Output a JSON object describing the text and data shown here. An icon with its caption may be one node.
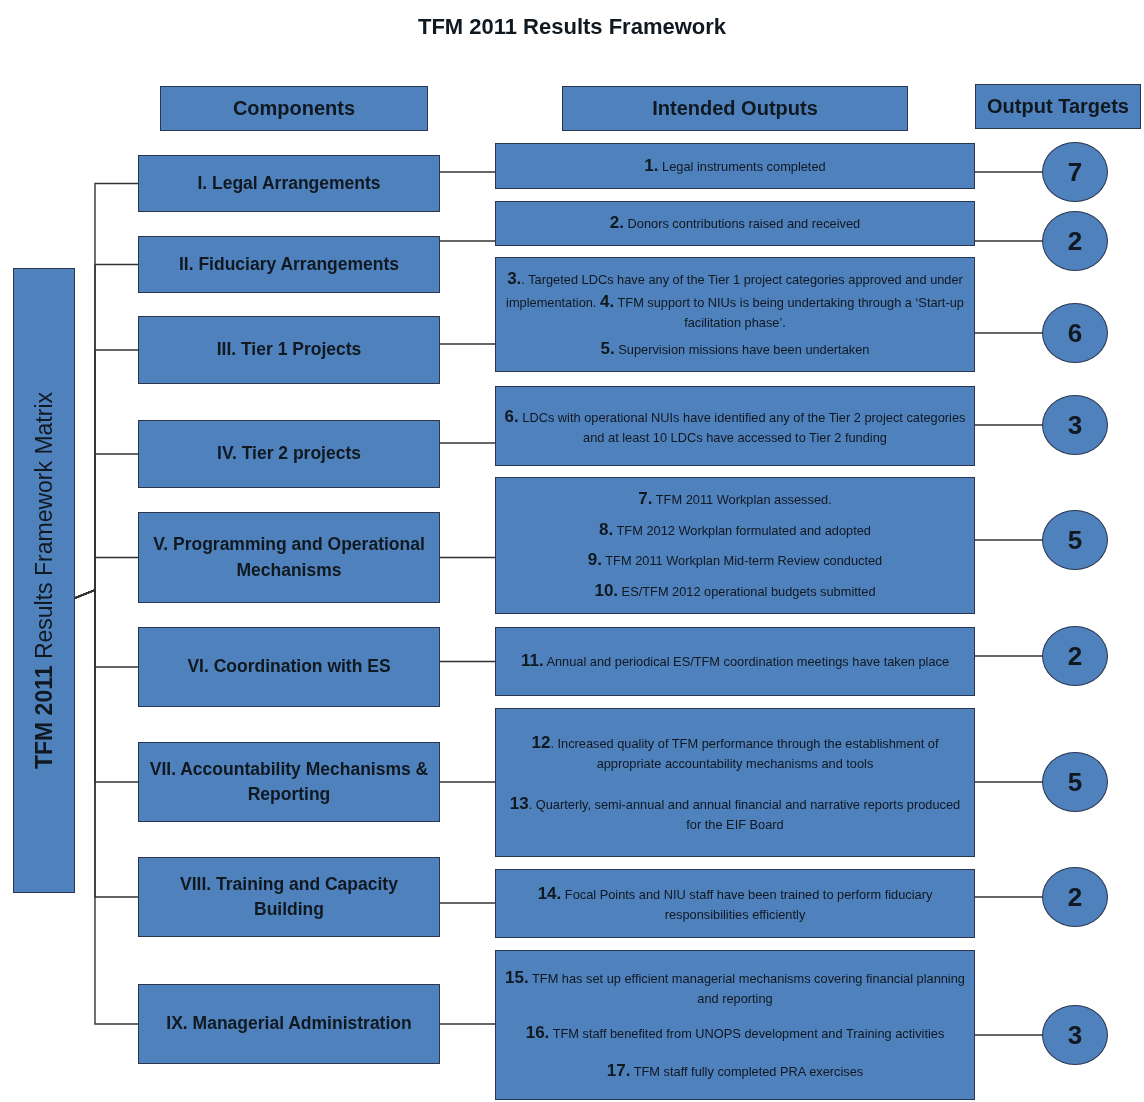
{
  "diagram": {
    "title": "TFM 2011 Results Framework",
    "nodes": [
      {
        "text": [
          "Components"
        ]
      },
      {
        "text": [
          "Intended Outputs"
        ]
      },
      {
        "text": [
          "Output Targets"
        ]
      },
      {
        "text": [
          "**TFM 2011** Results Framework Matrix"
        ]
      },
      {
        "text": [
          "I. Legal Arrangements"
        ]
      },
      {
        "text": [
          "II. Fiduciary Arrangements"
        ]
      },
      {
        "text": [
          "III. Tier 1 Projects"
        ]
      },
      {
        "text": [
          "IV. Tier 2 projects"
        ]
      },
      {
        "text": [
          "V. Programming and Operational Mechanisms"
        ]
      },
      {
        "text": [
          "VI. Coordination with ES"
        ]
      },
      {
        "text": [
          "VII. Accountability Mechanisms & Reporting"
        ]
      },
      {
        "text": [
          "VIII. Training and Capacity Building"
        ]
      },
      {
        "text": [
          "IX. Managerial Administration"
        ]
      },
      {
        "text": [
          "**1.** Legal instruments completed"
        ]
      },
      {
        "text": [
          "**2.** Donors contributions raised and received"
        ]
      },
      {
        "text": [
          "**3.**. Targeted LDCs have any of the Tier 1 project categories approved and under implementation. **4.** TFM support to NIUs is being undertaking through a ‘Start-up facilitation phase’.",
          "**5.** Supervision missions have been undertaken"
        ]
      },
      {
        "text": [
          "**6.** LDCs with operational NUIs have identified any of the Tier 2 project categories and at least 10 LDCs have accessed to Tier 2 funding"
        ]
      },
      {
        "text": [
          "**7.** TFM 2011 Workplan assessed.",
          "**8.** TFM 2012 Workplan formulated and adopted",
          "**9.** TFM 2011 Workplan Mid-term Review conducted",
          "**10.** ES/TFM 2012 operational budgets submitted"
        ]
      },
      {
        "text": [
          "**11.** Annual and periodical ES/TFM coordination meetings have taken place"
        ]
      },
      {
        "text": [
          "**12**. Increased quality of TFM performance through the establishment of appropriate accountability mechanisms and tools",
          "**13**. Quarterly, semi-annual and annual financial and narrative reports produced for the EIF Board"
        ]
      },
      {
        "text": [
          "**14.** Focal Points and NIU staff have been trained to perform fiduciary responsibilities efficiently"
        ]
      },
      {
        "text": [
          "**15.** TFM has set up efficient managerial mechanisms covering financial planning and reporting",
          "**16.** TFM staff benefited from UNOPS development and Training activities",
          "**17.** TFM staff fully completed PRA exercises"
        ]
      },
      {
        "text": [
          "7"
        ]
      },
      {
        "text": [
          "2"
        ]
      },
      {
        "text": [
          "6"
        ]
      },
      {
        "text": [
          "3"
        ]
      },
      {
        "text": [
          "5"
        ]
      },
      {
        "text": [
          "2"
        ]
      },
      {
        "text": [
          "5"
        ]
      },
      {
        "text": [
          "2"
        ]
      },
      {
        "text": [
          "3"
        ]
      }
    ],
    "edges": [
      {
        "from": 3,
        "to": 4,
        "arrow": "none"
      },
      {
        "from": 3,
        "to": 5,
        "arrow": "none"
      },
      {
        "from": 3,
        "to": 6,
        "arrow": "none"
      },
      {
        "from": 3,
        "to": 7,
        "arrow": "none"
      },
      {
        "from": 3,
        "to": 8,
        "arrow": "none"
      },
      {
        "from": 3,
        "to": 9,
        "arrow": "none"
      },
      {
        "from": 3,
        "to": 10,
        "arrow": "none"
      },
      {
        "from": 3,
        "to": 11,
        "arrow": "none"
      },
      {
        "from": 3,
        "to": 12,
        "arrow": "none"
      },
      {
        "from": 4,
        "to": 13,
        "arrow": "none"
      },
      {
        "from": 5,
        "to": 14,
        "arrow": "none"
      },
      {
        "from": 6,
        "to": 15,
        "arrow": "none"
      },
      {
        "from": 7,
        "to": 16,
        "arrow": "none"
      },
      {
        "from": 8,
        "to": 17,
        "arrow": "none"
      },
      {
        "from": 9,
        "to": 18,
        "arrow": "none"
      },
      {
        "from": 10,
        "to": 19,
        "arrow": "none"
      },
      {
        "from": 11,
        "to": 20,
        "arrow": "none"
      },
      {
        "from": 12,
        "to": 21,
        "arrow": "none"
      },
      {
        "from": 13,
        "to": 22,
        "arrow": "none"
      },
      {
        "from": 14,
        "to": 23,
        "arrow": "none"
      },
      {
        "from": 15,
        "to": 24,
        "arrow": "none"
      },
      {
        "from": 16,
        "to": 25,
        "arrow": "none"
      },
      {
        "from": 17,
        "to": 26,
        "arrow": "none"
      },
      {
        "from": 18,
        "to": 27,
        "arrow": "none"
      },
      {
        "from": 19,
        "to": 28,
        "arrow": "none"
      },
      {
        "from": 20,
        "to": 29,
        "arrow": "none"
      },
      {
        "from": 21,
        "to": 30,
        "arrow": "none"
      }
    ]
  }
}
